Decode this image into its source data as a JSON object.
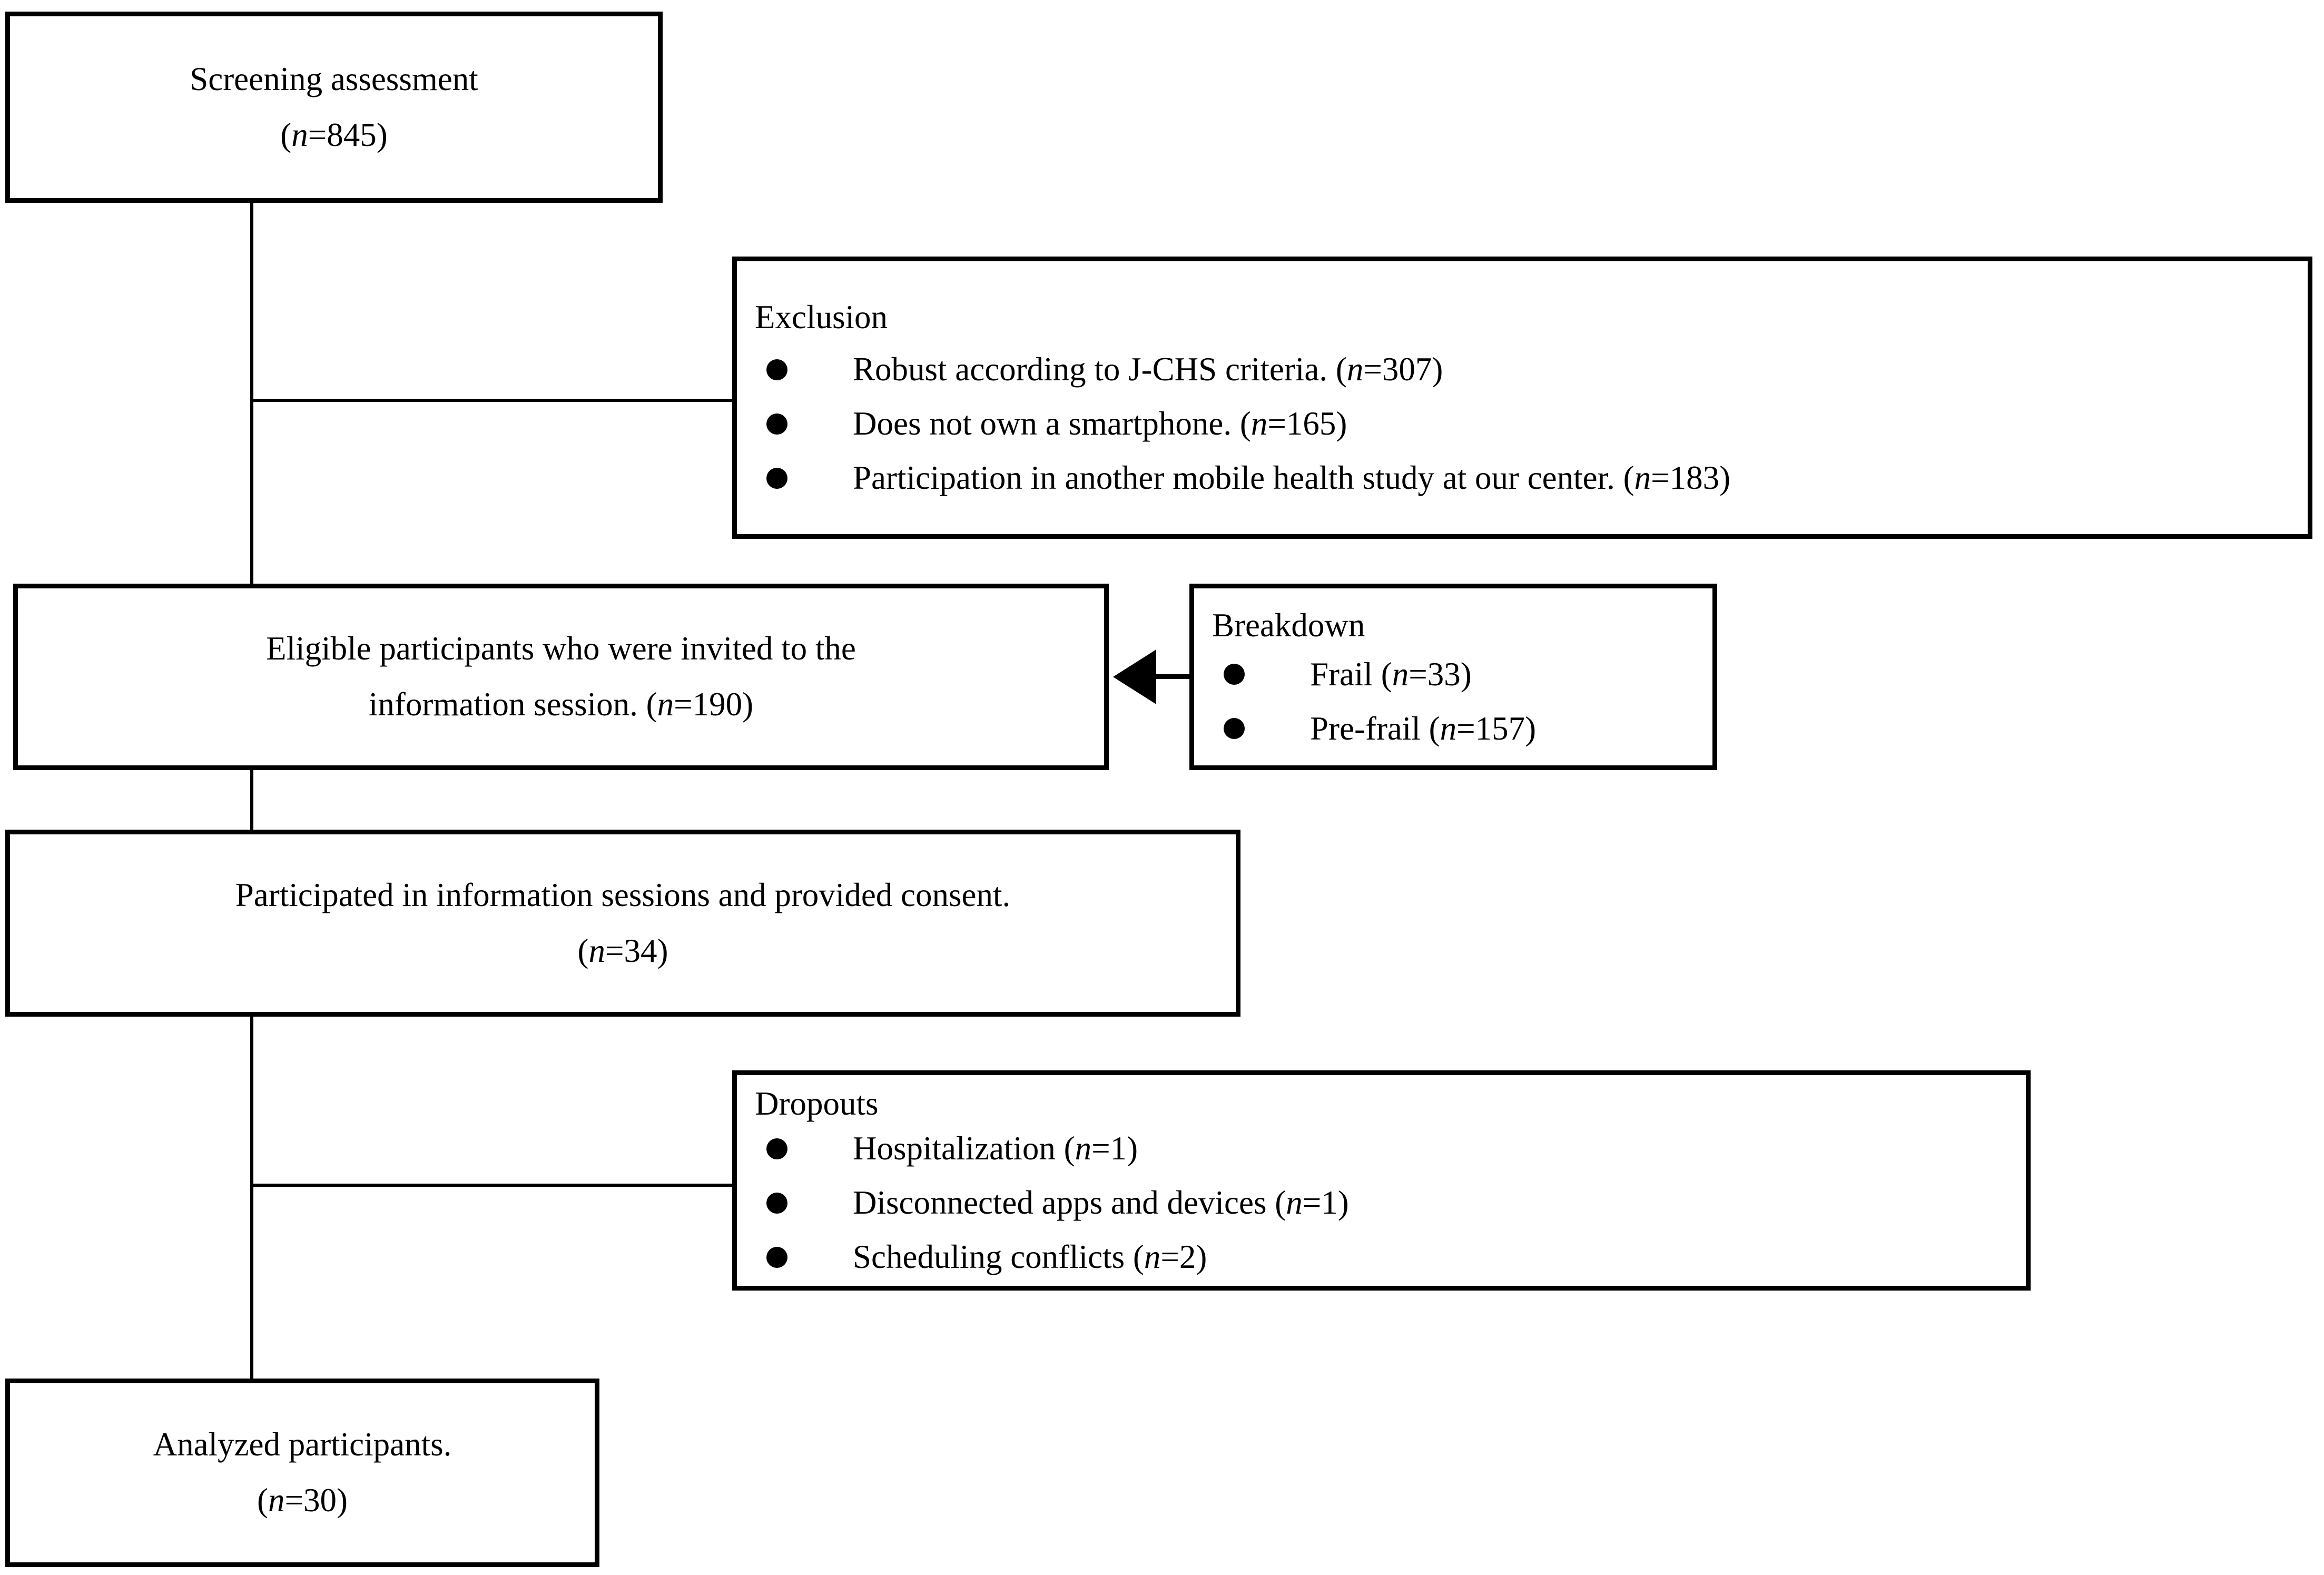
{
  "diagram": {
    "title": "Participant flow diagram",
    "ink_color": "#000000",
    "background_color": "#ffffff",
    "bullet_glyph": "filled-circle"
  },
  "nodes": {
    "screening": {
      "line1": "Screening assessment",
      "n_prefix": "(",
      "n_italic": "n",
      "n_value": "=845)"
    },
    "exclusion": {
      "header": "Exclusion",
      "items": [
        {
          "text": "Robust according to J-CHS criteria. (",
          "italic": "n",
          "tail": "=307)"
        },
        {
          "text": "Does not own a smartphone. (",
          "italic": "n",
          "tail": "=165)"
        },
        {
          "text": "Participation in another mobile health study at our center. (",
          "italic": "n",
          "tail": "=183)"
        }
      ]
    },
    "eligible": {
      "line1": "Eligible participants who were invited to the",
      "line2_prefix": "information session. (",
      "line2_italic": "n",
      "line2_tail": "=190)"
    },
    "breakdown": {
      "header": "Breakdown",
      "items": [
        {
          "text": "Frail (",
          "italic": "n",
          "tail": "=33)"
        },
        {
          "text": "Pre-frail (",
          "italic": "n",
          "tail": "=157)"
        }
      ]
    },
    "consent": {
      "line1": "Participated in information sessions and provided consent.",
      "n_prefix": "(",
      "n_italic": "n",
      "n_value": "=34)"
    },
    "dropouts": {
      "header": "Dropouts",
      "items": [
        {
          "text": "Hospitalization (",
          "italic": "n",
          "tail": "=1)"
        },
        {
          "text": "Disconnected apps and devices (",
          "italic": "n",
          "tail": "=1)"
        },
        {
          "text": "Scheduling conflicts (",
          "italic": "n",
          "tail": "=2)"
        }
      ]
    },
    "analyzed": {
      "line1": "Analyzed participants.",
      "n_prefix": "(",
      "n_italic": "n",
      "n_value": "=30)"
    }
  },
  "flow_data": {
    "type": "flowchart",
    "orientation": "top-to-bottom",
    "main_path": [
      {
        "id": "screening",
        "label": "Screening assessment",
        "n": 845
      },
      {
        "id": "eligible",
        "label": "Eligible participants who were invited to the information session.",
        "n": 190
      },
      {
        "id": "consent",
        "label": "Participated in information sessions and provided consent.",
        "n": 34
      },
      {
        "id": "analyzed",
        "label": "Analyzed participants.",
        "n": 30
      }
    ],
    "side_nodes": [
      {
        "id": "exclusion",
        "label": "Exclusion",
        "attached_between": [
          "screening",
          "eligible"
        ],
        "side": "right",
        "connector": "plain-line",
        "items": [
          {
            "label": "Robust according to J-CHS criteria.",
            "n": 307
          },
          {
            "label": "Does not own a smartphone.",
            "n": 165
          },
          {
            "label": "Participation in another mobile health study at our center.",
            "n": 183
          }
        ]
      },
      {
        "id": "breakdown",
        "label": "Breakdown",
        "attached_to": "eligible",
        "side": "right",
        "connector": "arrow-left",
        "items": [
          {
            "label": "Frail",
            "n": 33
          },
          {
            "label": "Pre-frail",
            "n": 157
          }
        ]
      },
      {
        "id": "dropouts",
        "label": "Dropouts",
        "attached_between": [
          "consent",
          "analyzed"
        ],
        "side": "right",
        "connector": "plain-line",
        "items": [
          {
            "label": "Hospitalization",
            "n": 1
          },
          {
            "label": "Disconnected apps and devices",
            "n": 1
          },
          {
            "label": "Scheduling conflicts",
            "n": 2
          }
        ]
      }
    ]
  }
}
